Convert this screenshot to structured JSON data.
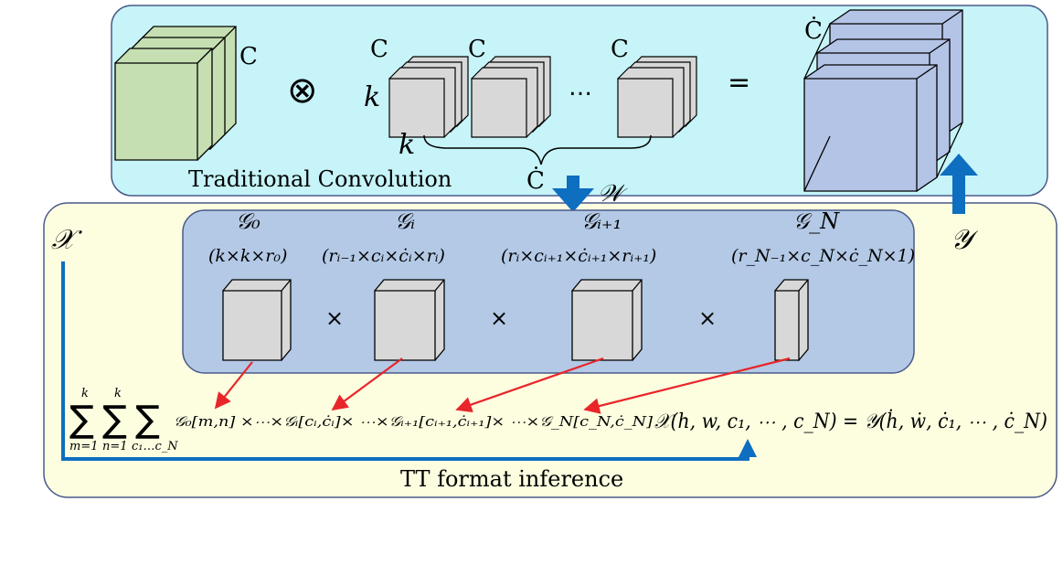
{
  "top_panel": {
    "caption": "Traditional Convolution",
    "input_channels": "C",
    "op_conv": "⊗",
    "op_eq": "=",
    "kernel_channels": "C",
    "kernel_size_v": "k",
    "kernel_size_h": "k",
    "ellipsis": "…",
    "out_count": "Ċ",
    "output_channels": "Ċ"
  },
  "weight_label": "𝒲",
  "input_label": "𝒳",
  "output_label": "𝒴",
  "cores": [
    {
      "name": "𝒢₀",
      "shape": "(k×k×r₀)"
    },
    {
      "name": "𝒢ᵢ",
      "shape": "(rᵢ₋₁×cᵢ×ċᵢ×rᵢ)"
    },
    {
      "name": "𝒢ᵢ₊₁",
      "shape": "(rᵢ×cᵢ₊₁×ċᵢ₊₁×rᵢ₊₁)"
    },
    {
      "name": "𝒢_N",
      "shape": "(r_N₋₁×c_N×ċ_N×1)"
    }
  ],
  "core_times": "×",
  "bottom_panel": {
    "caption": "TT format inference",
    "sum1_top": "k",
    "sum1_bottom": "m=1",
    "sum2_top": "k",
    "sum2_bottom": "n=1",
    "sum3_bottom": "c₁…c_N",
    "formula_body": "𝒢₀[m,n] ×⋯×𝒢ᵢ[cᵢ,ċᵢ]× ⋯×𝒢ᵢ₊₁[cᵢ₊₁,ċᵢ₊₁]× ⋯×𝒢_N[c_N,ċ_N]",
    "formula_x": "𝒳(h, w, c₁, ⋯ , c_N) = 𝒴(ḣ, ẇ, ċ₁, ⋯ , ċ_N)"
  },
  "colors": {
    "top_panel_fill": "#c6f4f8",
    "bottom_panel_fill": "#fdfde0",
    "core_panel_fill": "#b3c9e6",
    "green_cube": "#c6dfb2",
    "grey_cube": "#d8d8d8",
    "blue_cube": "#b4c4e6",
    "arrow_blue": "#0e6ec0",
    "arrow_red": "#e8262a"
  }
}
